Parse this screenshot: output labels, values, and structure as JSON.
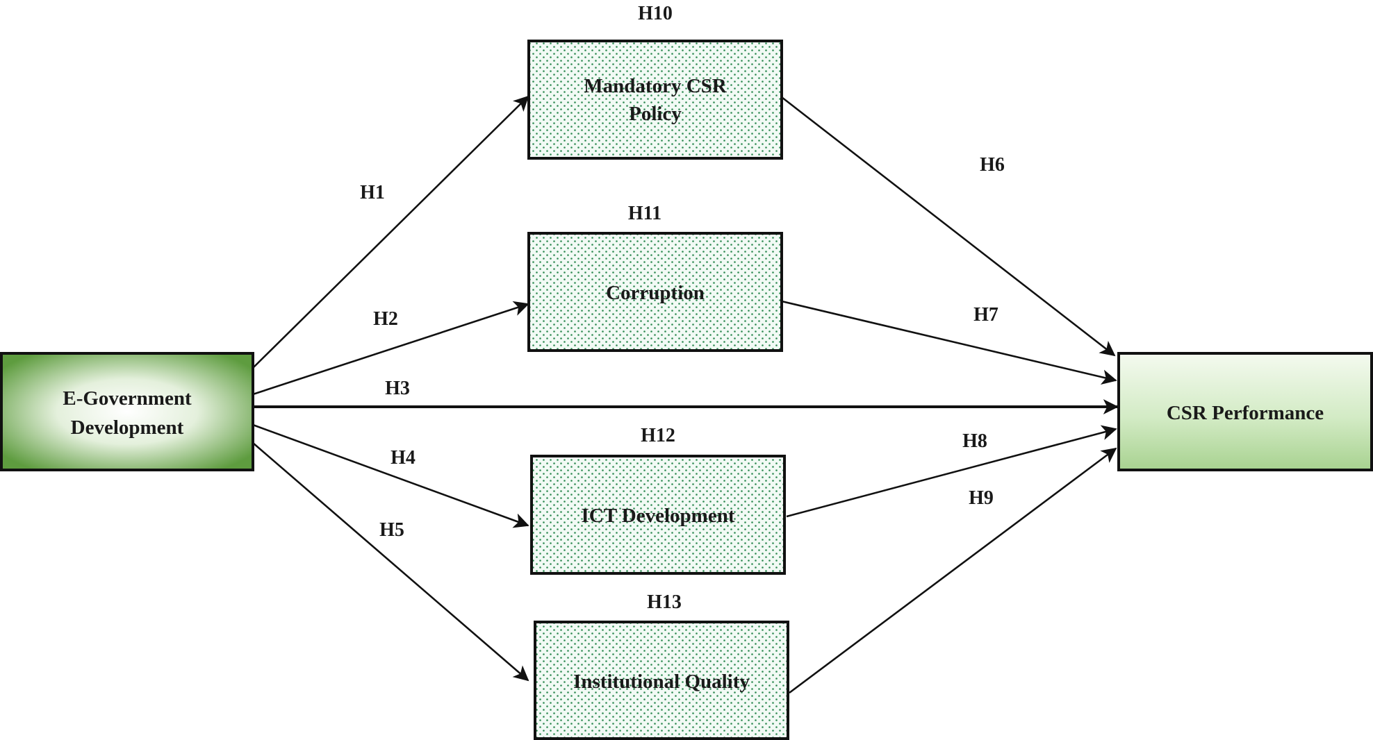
{
  "nodes": {
    "egov": {
      "line1": "E-Government",
      "line2": "Development"
    },
    "mandatory": {
      "line1": "Mandatory CSR",
      "line2": "Policy"
    },
    "corruption": {
      "line1": "Corruption"
    },
    "ict": {
      "line1": "ICT Development"
    },
    "institutional": {
      "line1": "Institutional Quality"
    },
    "csr": {
      "line1": "CSR Performance"
    }
  },
  "hypotheses": {
    "h1": "H1",
    "h2": "H2",
    "h3": "H3",
    "h4": "H4",
    "h5": "H5",
    "h6": "H6",
    "h7": "H7",
    "h8": "H8",
    "h9": "H9",
    "h10": "H10",
    "h11": "H11",
    "h12": "H12",
    "h13": "H13"
  },
  "colors": {
    "egov_fill_dark": "#5e9c3f",
    "egov_fill_light": "#ffffff",
    "csr_fill_top": "#f4faef",
    "csr_fill_bottom": "#a8d290",
    "mediator_fill": "#f2faf5",
    "mediator_dots": "#2e8a52",
    "line": "#111111"
  }
}
